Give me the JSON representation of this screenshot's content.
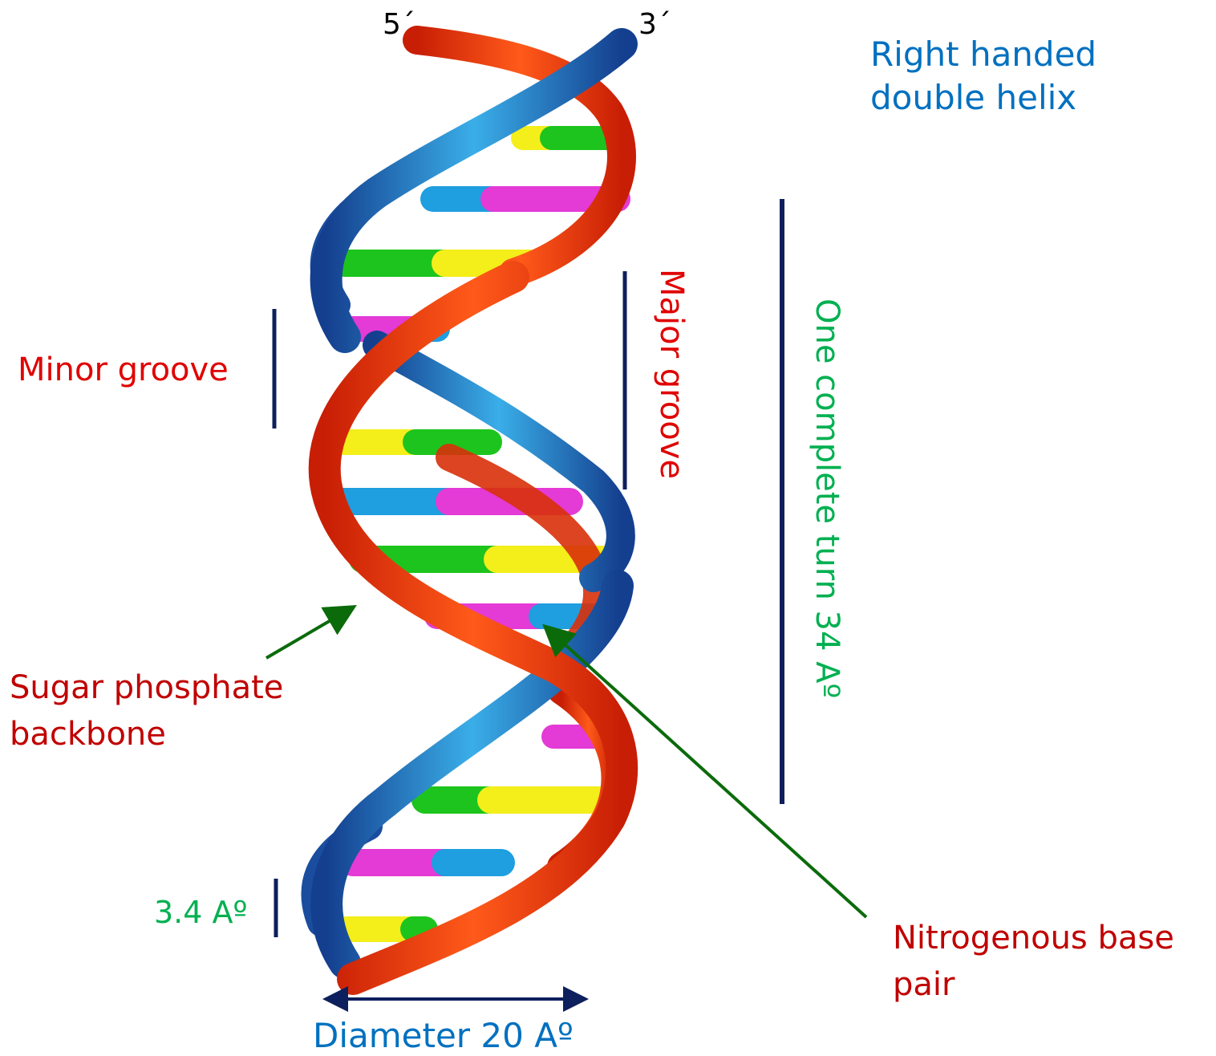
{
  "labels": {
    "five_prime": "5´",
    "three_prime": "3´",
    "right_handed_line1": "Right handed",
    "right_handed_line2": "double helix",
    "minor_groove": "Minor groove",
    "major_groove": "Major groove",
    "one_turn": "One complete turn 34 Aº",
    "sugar_line1": "Sugar phosphate",
    "sugar_line2": "backbone",
    "nitro_line1": "Nitrogenous base",
    "nitro_line2": "pair",
    "rise": "3.4 Aº",
    "diameter": "Diameter 20 Aº"
  },
  "colors": {
    "red_text": "#e00000",
    "dark_red_text": "#c00000",
    "blue_text": "#0070c0",
    "green_text": "#00b050",
    "navy": "#0d1f5c",
    "arrow_green": "#0b6b0b",
    "strand_orange": "#ee3a0e",
    "strand_blue": "#3aaee8",
    "base_green": "#1dc41d",
    "base_yellow": "#f4ee1a",
    "base_blue": "#1f9ee0",
    "base_magenta": "#e43ad6"
  }
}
